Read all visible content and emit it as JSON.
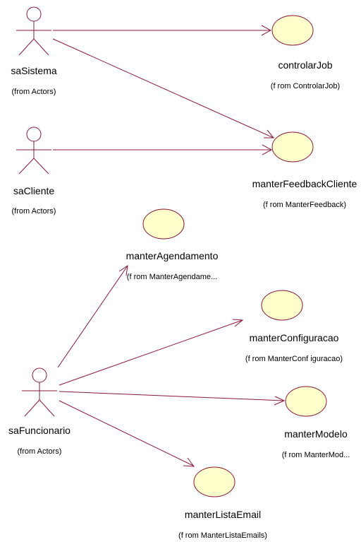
{
  "colors": {
    "line": "#8b1a3a",
    "usecase_fill": "#ffffcc",
    "background": "#ffffff"
  },
  "actors": [
    {
      "id": "saSistema",
      "name": "saSistema",
      "from": "(from Actors)"
    },
    {
      "id": "saCliente",
      "name": "saCliente",
      "from": "(from Actors)"
    },
    {
      "id": "saFuncionario",
      "name": "saFuncionario",
      "from": "(from Actors)"
    }
  ],
  "usecases": [
    {
      "id": "controlarJob",
      "name": "controlarJob",
      "from": "(f rom ControlarJob)"
    },
    {
      "id": "manterFeedbackCliente",
      "name": "manterFeedbackCliente",
      "from": "(f rom ManterFeedback)"
    },
    {
      "id": "manterAgendamento",
      "name": "manterAgendamento",
      "from": "(f rom ManterAgendame..."
    },
    {
      "id": "manterConfiguracao",
      "name": "manterConfiguracao",
      "from": "(f rom ManterConf iguracao)"
    },
    {
      "id": "manterModelo",
      "name": "manterModelo",
      "from": "(f rom ManterMod..."
    },
    {
      "id": "manterListaEmail",
      "name": "manterListaEmail",
      "from": "(f rom ManterListaEmails)"
    }
  ],
  "associations": [
    {
      "from": "saSistema",
      "to": "controlarJob"
    },
    {
      "from": "saSistema",
      "to": "manterFeedbackCliente"
    },
    {
      "from": "saCliente",
      "to": "manterFeedbackCliente"
    },
    {
      "from": "saFuncionario",
      "to": "manterAgendamento"
    },
    {
      "from": "saFuncionario",
      "to": "manterConfiguracao"
    },
    {
      "from": "saFuncionario",
      "to": "manterModelo"
    },
    {
      "from": "saFuncionario",
      "to": "manterListaEmail"
    }
  ]
}
